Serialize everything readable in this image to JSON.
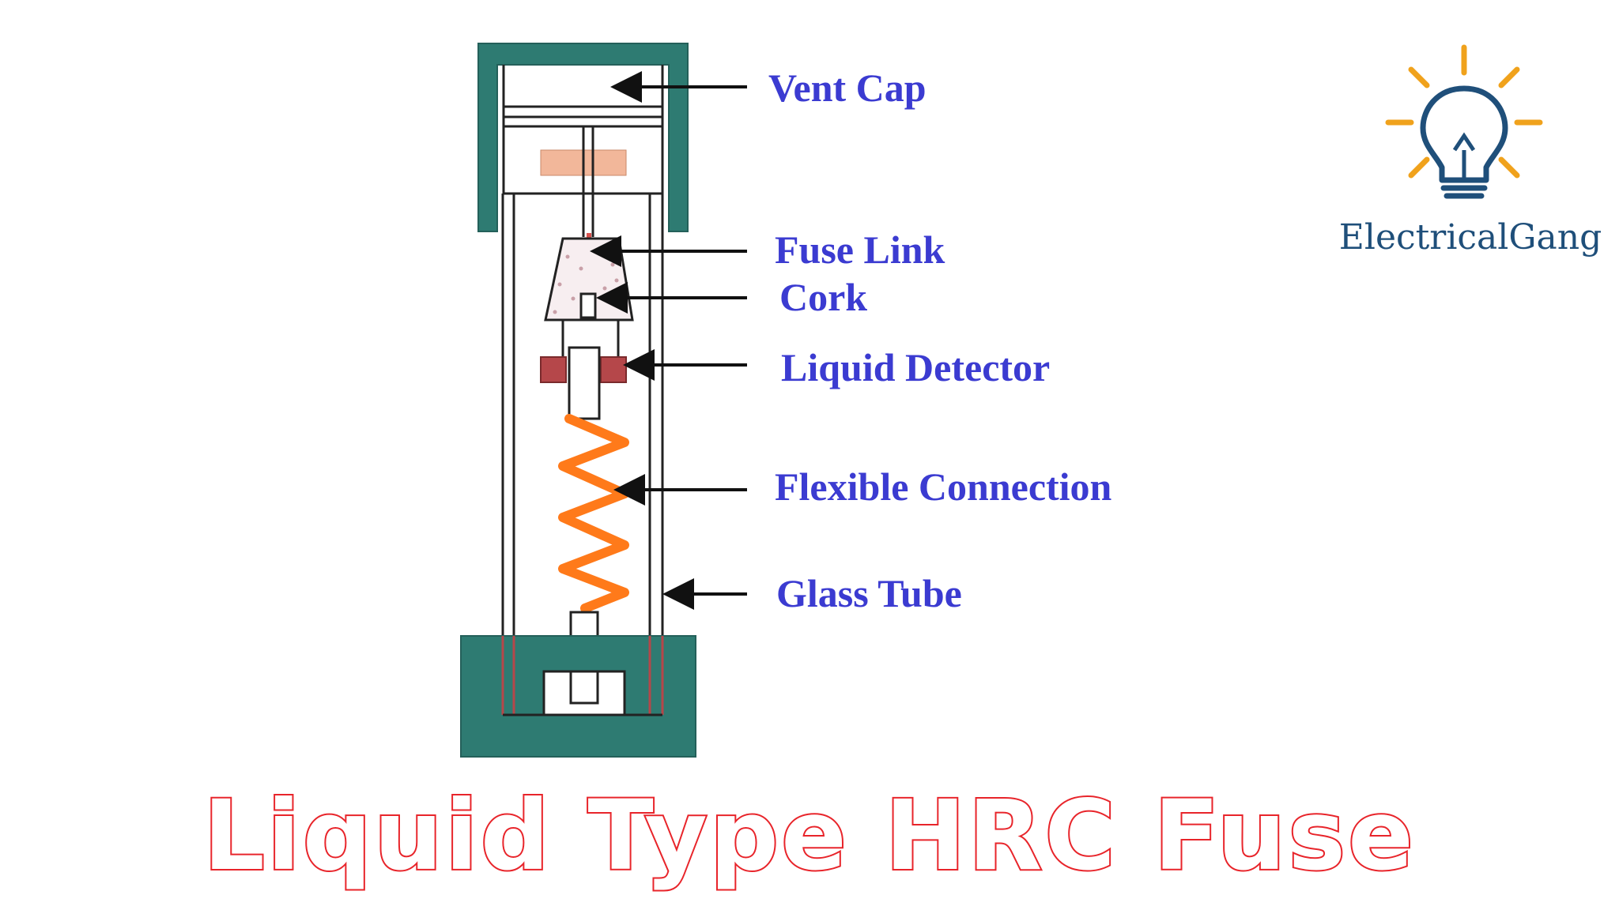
{
  "diagram": {
    "title": "Liquid Type HRC Fuse",
    "labels": {
      "vent_cap": "Vent Cap",
      "fuse_link": "Fuse Link",
      "cork": "Cork",
      "liquid_detector": "Liquid Detector",
      "flexible_connection": "Flexible Connection",
      "glass_tube": "Glass Tube"
    }
  },
  "brand": {
    "name": "ElectricalGang",
    "icon": "lightbulb-icon"
  },
  "colors": {
    "cap": "#2e7b72",
    "label_text": "#3b3bd1",
    "title_outline": "#e8242a",
    "spring": "#ff7a1a",
    "detector": "#b5474a",
    "bulb_rays": "#f0a21c",
    "bulb_body": "#1f4f7a"
  }
}
